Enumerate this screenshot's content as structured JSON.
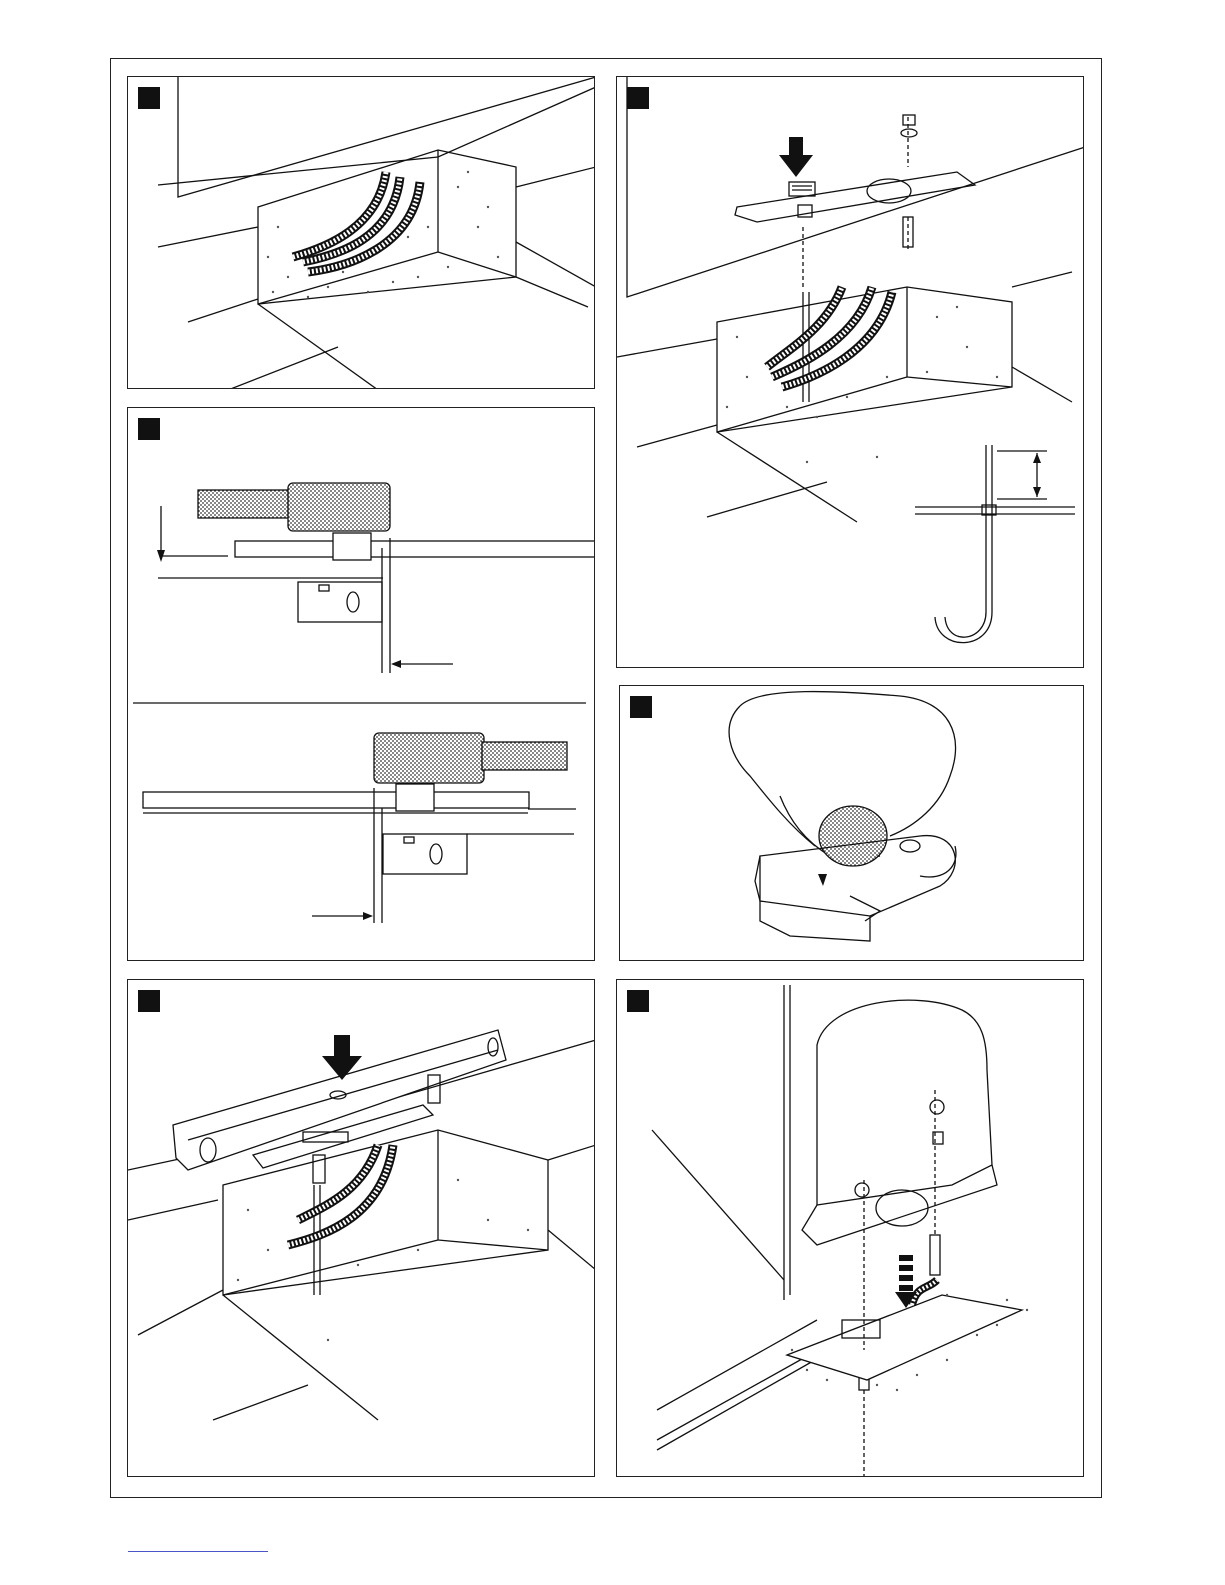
{
  "colors": {
    "ink": "#111111",
    "stipple": "#555555",
    "line": "#222222",
    "link": "#4a55c8"
  },
  "panels": [
    {
      "id": "p1",
      "marker_text": "",
      "icon": "foundation-pit-with-conduits"
    },
    {
      "id": "p2",
      "marker_text": "",
      "icon": "plate-and-bolts-install"
    },
    {
      "id": "p3",
      "marker_text": "",
      "icon": "gate-alignment-plan-views"
    },
    {
      "id": "p4",
      "marker_text": "",
      "icon": "hand-manual-release"
    },
    {
      "id": "p5",
      "marker_text": "",
      "icon": "spirit-level-on-plate"
    },
    {
      "id": "p6",
      "marker_text": "",
      "icon": "motor-mounted-on-plate"
    }
  ]
}
